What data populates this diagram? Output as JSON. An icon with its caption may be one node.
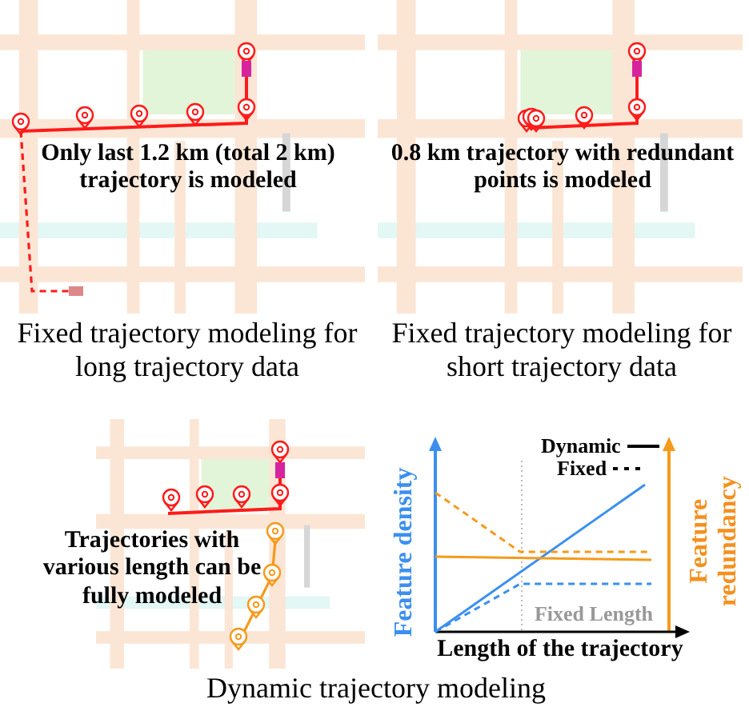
{
  "diagram": {
    "labels": [
      "Only last 1.2 km (total 2 km) trajectory is modeled",
      "Fixed trajectory modeling for long trajectory data",
      "0.8 km trajectory with redundant points is modeled",
      "Fixed trajectory modeling for short trajectory data",
      "Trajectories with various length can be fully modeled",
      "Feature density",
      "Feature redundancy",
      "Fixed Length",
      "Length of the trajectory",
      "Dynamic trajectory modeling"
    ],
    "legend": [
      {
        "text": "Dynamic"
      },
      {
        "text": "Fixed"
      }
    ]
  }
}
